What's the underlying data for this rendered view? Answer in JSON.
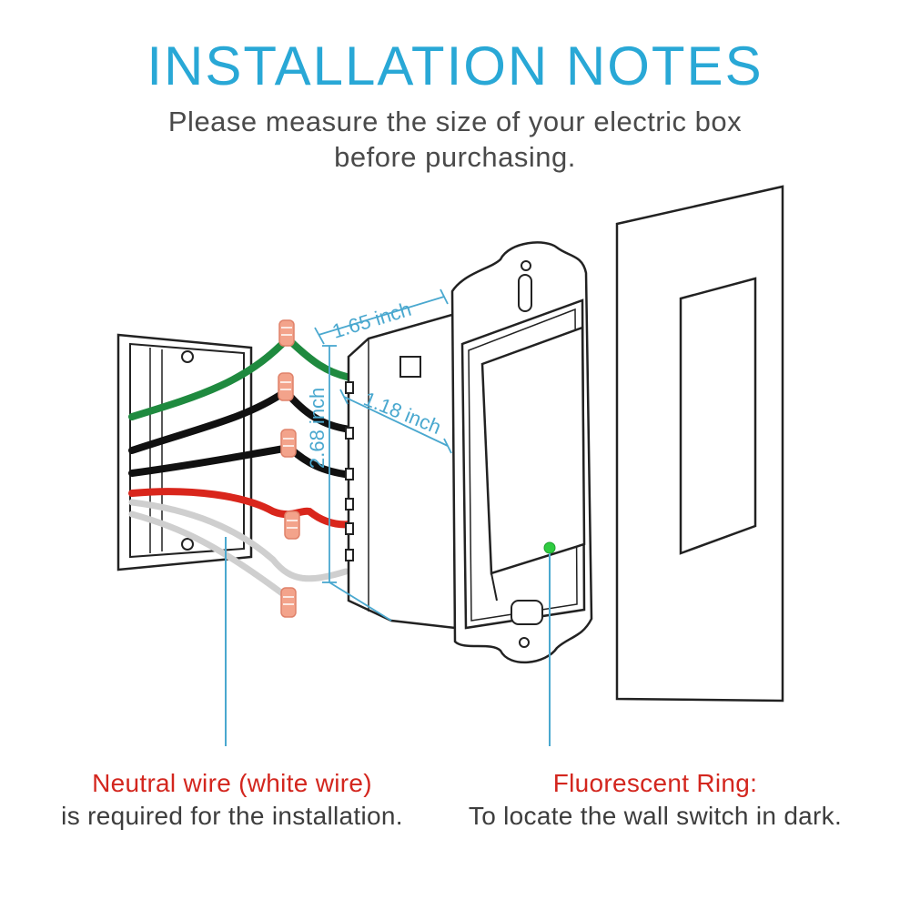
{
  "header": {
    "title": "INSTALLATION NOTES",
    "subtitle_line1": "Please measure the size of your electric box",
    "subtitle_line2": "before purchasing."
  },
  "dimensions": {
    "depth_label": "1.65 inch",
    "inner_depth_label": "1.18 inch",
    "height_label": "2.68 inch"
  },
  "notes": {
    "neutral_title": "Neutral wire (white wire)",
    "neutral_desc": "is required for the installation.",
    "ring_title": "Fluorescent Ring:",
    "ring_desc": "To locate the wall switch in dark."
  },
  "colors": {
    "title": "#29a8d6",
    "dimension": "#4aa8cf",
    "highlight_text": "#d3261e",
    "wire_green": "#1f8a3f",
    "wire_black": "#111111",
    "wire_red": "#d9261c",
    "wire_white": "#bdbdbd",
    "wire_nut": "#f3a38b",
    "indicator": "#2ecc40"
  }
}
